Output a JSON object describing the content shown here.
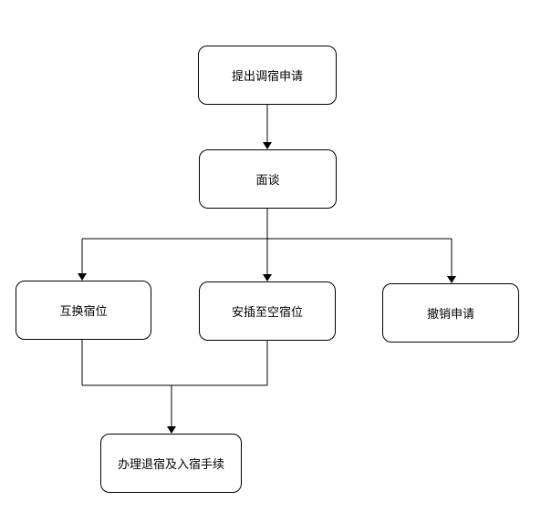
{
  "diagram": {
    "nodes": {
      "apply": "提出调宿申请",
      "talk": "面谈",
      "swap": "互换宿位",
      "assign": "安插至空宿位",
      "cancel": "撤销申请",
      "process": "办理退宿及入宿手续"
    },
    "edges": [
      {
        "from": "apply",
        "to": "talk"
      },
      {
        "from": "talk",
        "to": "swap"
      },
      {
        "from": "talk",
        "to": "assign"
      },
      {
        "from": "talk",
        "to": "cancel"
      },
      {
        "from": "swap",
        "to": "process"
      },
      {
        "from": "assign",
        "to": "process"
      }
    ]
  }
}
